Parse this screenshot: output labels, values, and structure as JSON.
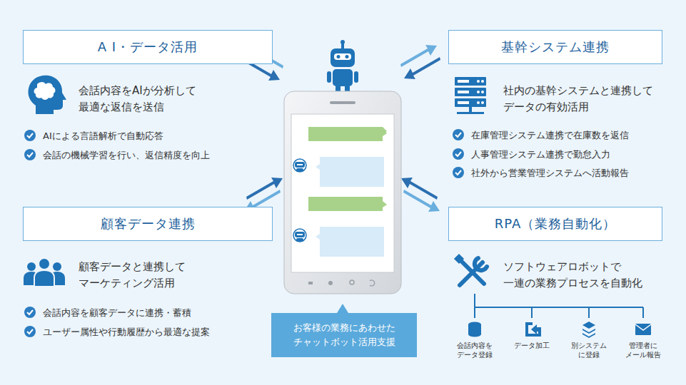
{
  "diagram": {
    "nodes": [
      {
        "text": [
          "A I・データ活用"
        ]
      },
      {
        "text": [
          "基幹システム連携"
        ]
      },
      {
        "text": [
          "顧客データ連携"
        ]
      },
      {
        "text": [
          "RPA（業務自動化）"
        ]
      },
      {
        "text": [
          "お客様の業務にあわせた チャットボット活用支援"
        ]
      }
    ],
    "labels": [
      "会話内容をAIが分析して 最適な返信を送信",
      "AIによる言語解析で自動応答",
      "会話の機械学習を行い、返信精度を向上",
      "社内の基幹システムと連携して データの有効活用",
      "在庫管理システム連携で在庫数を返信",
      "人事管理システム連携で勤怠入力",
      "社外から営業管理システムへ活動報告",
      "顧客データと連携して マーケティング活用",
      "会話内容を顧客データに連携・蓄積",
      "ユーザー属性や行動履歴から最適な提案",
      "ソフトウェアロボットで 一連の業務プロセスを自動化",
      "会話内容を データ登録",
      "データ加工",
      "別システム に登録",
      "管理者に メール報告"
    ]
  }
}
